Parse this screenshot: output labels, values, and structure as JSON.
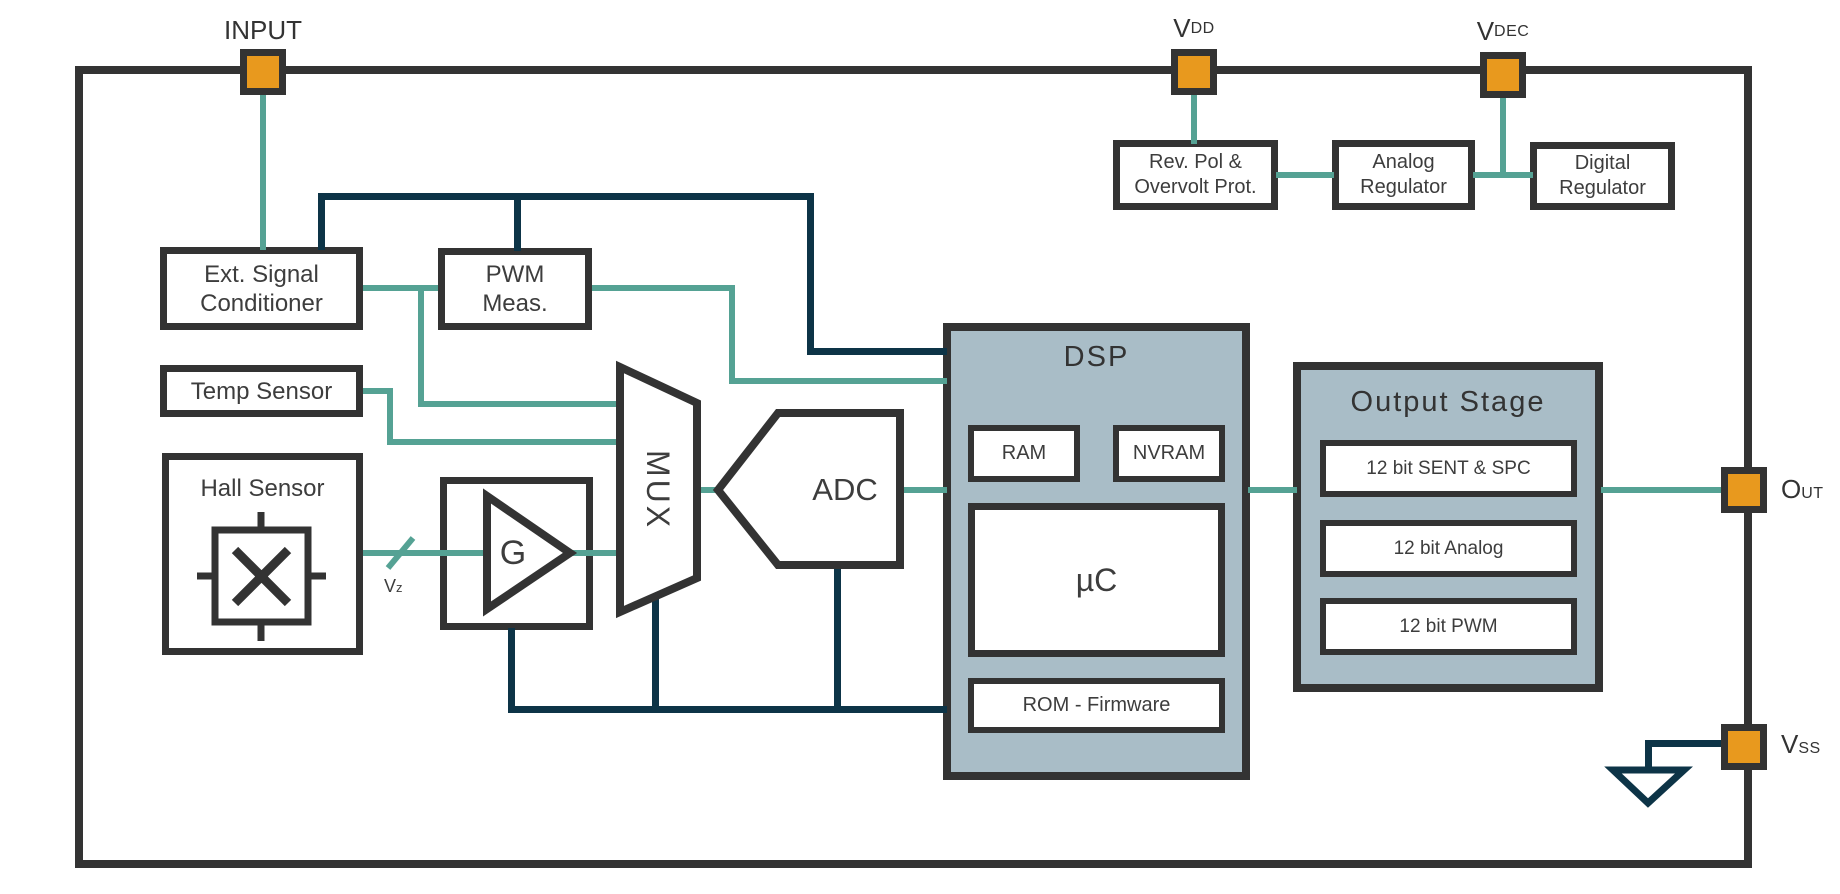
{
  "pads": {
    "input": {
      "label": "INPUT"
    },
    "vdd": {
      "main": "V",
      "sub": "DD"
    },
    "vdec": {
      "main": "V",
      "sub": "DEC"
    },
    "out": {
      "main": "O",
      "sub": "UT"
    },
    "vss": {
      "main": "V",
      "sub": "SS"
    }
  },
  "signals": {
    "vz": {
      "main": "V",
      "sub": "z"
    }
  },
  "blocks": {
    "ext_signal": {
      "line1": "Ext. Signal",
      "line2": "Conditioner"
    },
    "pwm_meas": {
      "line1": "PWM",
      "line2": "Meas."
    },
    "temp_sensor": {
      "label": "Temp Sensor"
    },
    "hall_sensor": {
      "label": "Hall Sensor"
    },
    "gain": {
      "label": "G"
    },
    "mux": {
      "label": "MUX"
    },
    "adc": {
      "label": "ADC"
    },
    "rev_pol": {
      "line1": "Rev. Pol &",
      "line2": "Overvolt Prot."
    },
    "analog_reg": {
      "line1": "Analog",
      "line2": "Regulator"
    },
    "digital_reg": {
      "line1": "Digital",
      "line2": "Regulator"
    },
    "dsp": {
      "title": "DSP",
      "ram": "RAM",
      "nvram": "NVRAM",
      "uc": "µC",
      "rom": "ROM - Firmware"
    },
    "output_stage": {
      "title": "Output Stage",
      "rows": [
        "12 bit SENT & SPC",
        "12 bit Analog",
        "12 bit PWM"
      ]
    }
  },
  "colors": {
    "wire_teal": "#55A294",
    "wire_navy": "#0D3447",
    "pad_orange": "#E8991E",
    "module_fill": "#A9BDC7",
    "ink": "#333333"
  }
}
